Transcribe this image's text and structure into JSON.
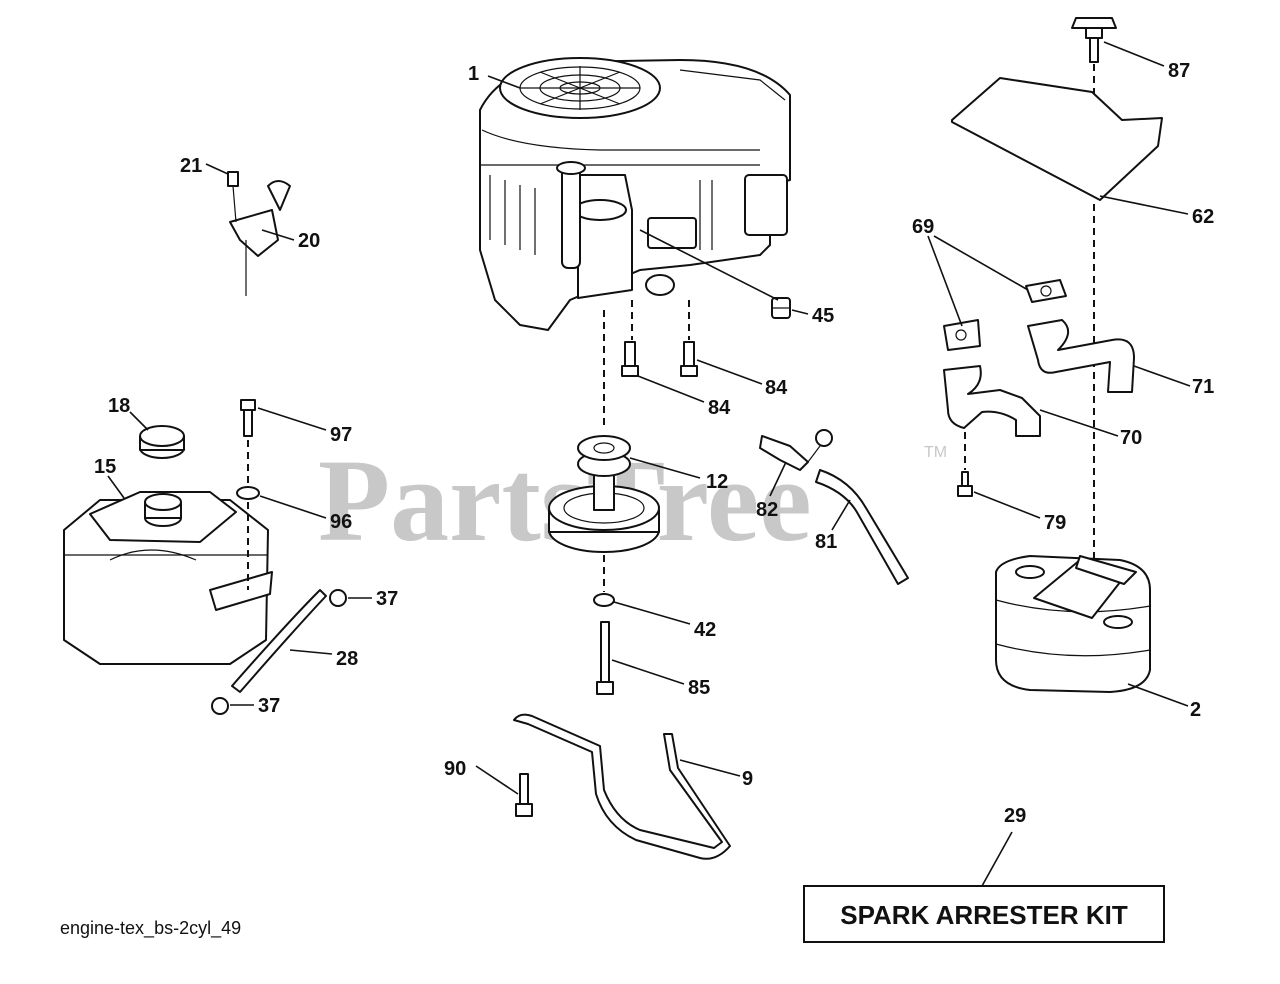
{
  "watermark": {
    "text": "PartsTree",
    "tm": "TM"
  },
  "diagram_id": "engine-tex_bs-2cyl_49",
  "kit_box": {
    "label": "SPARK ARRESTER KIT",
    "callout": "29"
  },
  "callouts": {
    "c1": "1",
    "c2": "2",
    "c9": "9",
    "c12": "12",
    "c15": "15",
    "c18": "18",
    "c20": "20",
    "c21": "21",
    "c28": "28",
    "c37a": "37",
    "c37b": "37",
    "c42": "42",
    "c45": "45",
    "c62": "62",
    "c69": "69",
    "c70": "70",
    "c71": "71",
    "c79": "79",
    "c81": "81",
    "c82": "82",
    "c84a": "84",
    "c84b": "84",
    "c85": "85",
    "c87": "87",
    "c90": "90",
    "c96": "96",
    "c97": "97"
  },
  "parts": {
    "engine": "engine-icon",
    "pulley": "pulley-icon",
    "fuel_tank": "fuel-tank-icon",
    "muffler": "muffler-icon",
    "heat_shield": "heat-shield-icon"
  }
}
